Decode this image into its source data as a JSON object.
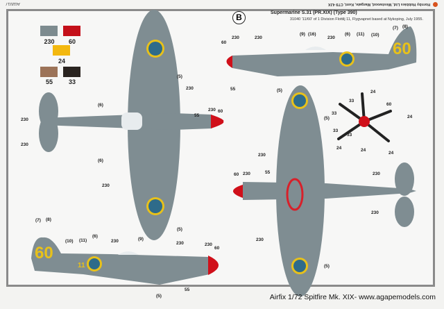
{
  "sheet": {
    "code": "A02017",
    "publisher": "Hornby Hobbies Ltd, Westwood, Margate, Kent, CT9 4JX",
    "caption": "Airfix 1/72 Spitfire Mk. XIX- www.agapemodels.com"
  },
  "scheme": {
    "badge": "B",
    "title": "Supermarine S.31 (PR.XIX) (Type 390)",
    "subtitle": "31040 '11/60' of 1 Division Flottilj 11, Flygvapnet based at Nykoping, July 1955."
  },
  "paints": [
    {
      "code": "230",
      "color": "#7d8b8f"
    },
    {
      "code": "60",
      "color": "#c4101a"
    },
    {
      "code": "24",
      "color": "#f3b80f"
    },
    {
      "code": "55",
      "color": "#9c7358"
    },
    {
      "code": "33",
      "color": "#2a2420"
    }
  ],
  "colors": {
    "aircraft_grey": "#7f8d92",
    "spinner_red": "#d0101a",
    "marking_yellow": "#e8c11a",
    "roundel_blue": "#2e6b8a",
    "highlight_ring": "#d8202a"
  },
  "views": {
    "top_view": {
      "callouts": [
        "230",
        "230",
        "(6)",
        "(6)",
        "230",
        "(5)",
        "55",
        "230",
        "60",
        "230",
        "(5)"
      ]
    },
    "side_view_right": {
      "callouts": [
        "60",
        "230",
        "230",
        "(9)",
        "(16)",
        "230",
        "(6)",
        "(11)",
        "(10)",
        "(7)",
        "(8)",
        "55",
        "(5)"
      ],
      "tail_code": "60"
    },
    "bottom_view": {
      "callouts": [
        "(5)",
        "230",
        "60",
        "230",
        "55",
        "230",
        "230",
        "230",
        "(5)"
      ]
    },
    "propeller": {
      "callouts": [
        "24",
        "60",
        "33",
        "24",
        "33",
        "24",
        "24",
        "24",
        "33",
        "33"
      ]
    },
    "side_view_left": {
      "callouts": [
        "(7)",
        "(8)",
        "(10)",
        "(11)",
        "(6)",
        "230",
        "(9)",
        "230",
        "230",
        "60",
        "55",
        "(5)"
      ],
      "tail_code": "60",
      "fuselage_code": "11"
    }
  }
}
